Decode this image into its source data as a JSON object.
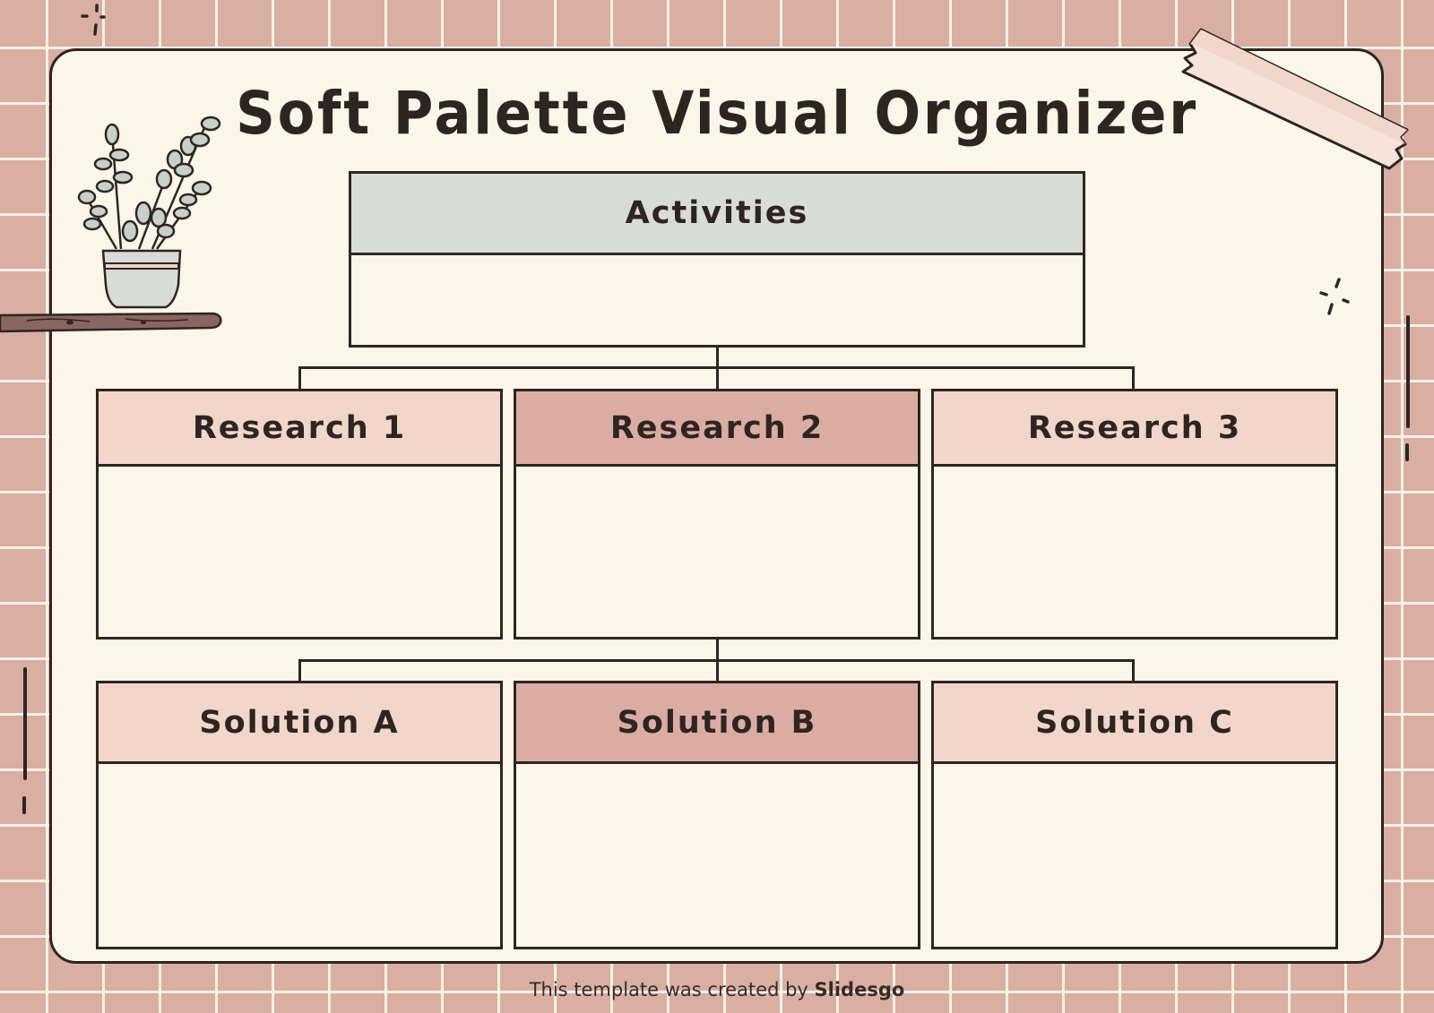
{
  "title": "Soft Palette Visual Organizer",
  "colors": {
    "background": "#d9aea3",
    "card": "#fcf5e9",
    "ink": "#2e2523",
    "header_gray": "#d7dcd7",
    "header_light_pink": "#f2d6ca",
    "header_dark_pink": "#dbada2",
    "tape": "#f2d6ca"
  },
  "top": {
    "label": "Activities"
  },
  "research": [
    {
      "label": "Research 1"
    },
    {
      "label": "Research 2"
    },
    {
      "label": "Research 3"
    }
  ],
  "solutions": [
    {
      "label": "Solution A"
    },
    {
      "label": "Solution B"
    },
    {
      "label": "Solution C"
    }
  ],
  "footer": {
    "prefix": "This template was created by",
    "brand": "Slidesgo"
  },
  "decorations": [
    "plant-icon",
    "shelf-icon",
    "tape-icon",
    "sparkle-icon"
  ]
}
